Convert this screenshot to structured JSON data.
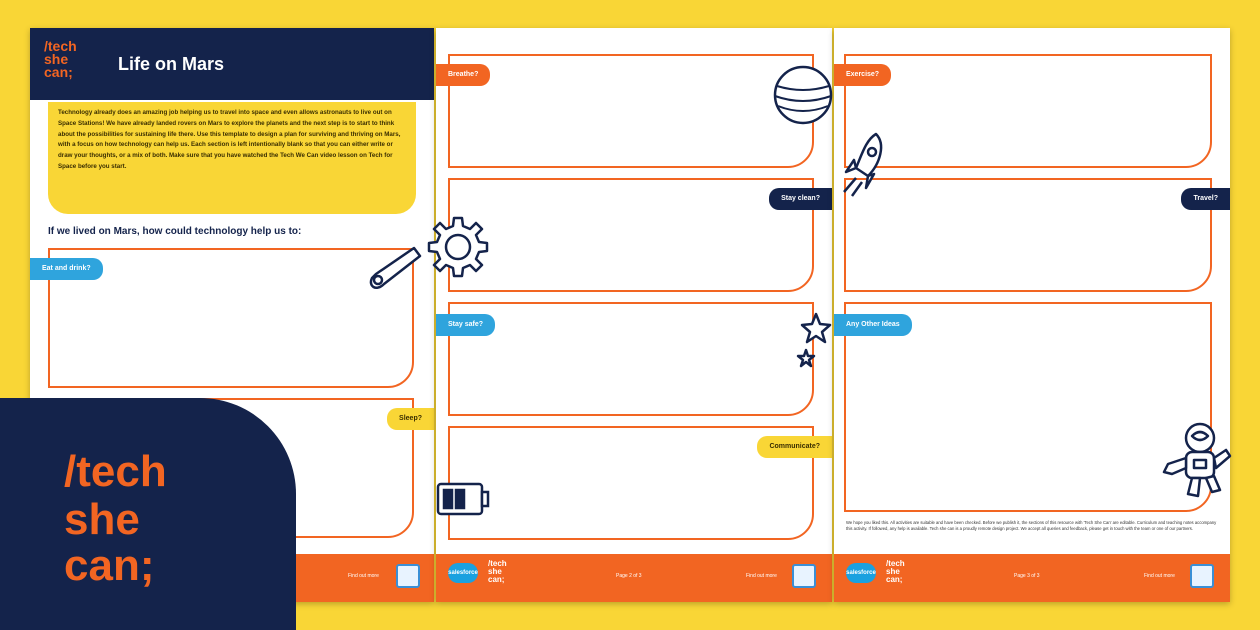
{
  "brand": {
    "logo_lines": [
      "/tech",
      "she",
      "can;"
    ]
  },
  "page1": {
    "title": "Life on Mars",
    "intro": "Technology already does an amazing job helping us to travel into space and even allows astronauts to live out on Space Stations! We have already landed rovers on Mars to explore the planets and the next step is to start to think about the possibilities for sustaining life there. Use this template to design a plan for surviving and thriving on Mars, with a focus on how technology can help us. Each section is left intentionally blank so that you can either write or draw your thoughts, or a mix of both. Make sure that you have watched the Tech We Can video lesson on Tech for Space before you start.",
    "question": "If we lived on Mars, how could technology help us to:",
    "tags": {
      "eat": "Eat and drink?",
      "sleep": "Sleep?"
    },
    "footer_text": "Find out more",
    "footer_page": ""
  },
  "page2": {
    "tags": {
      "breathe": "Breathe?",
      "stay_clean": "Stay clean?",
      "stay_safe": "Stay safe?",
      "communicate": "Communicate?"
    },
    "footer_text": "Find out more",
    "footer_page": "Page 2 of 3",
    "salesforce": "salesforce"
  },
  "page3": {
    "tags": {
      "exercise": "Exercise?",
      "travel": "Travel?",
      "other": "Any Other Ideas"
    },
    "smallprint": "We hope you liked this. All activities are suitable and have been checked. Before we publish it, the sections of this resource with 'Tech She Can' are editable. Curriculum and teaching notes accompany this activity. If followed, any help is available. Tech she can is a proudly remote design project. We accept all queries and feedback, please get in touch with the team or one of our partners.",
    "footer_text": "Find out more",
    "footer_page": "Page 3 of 3",
    "salesforce": "salesforce"
  },
  "colors": {
    "background": "#f9d636",
    "navy": "#14234b",
    "orange": "#f26522",
    "blue": "#2fa4dd",
    "yellow": "#f9d636"
  },
  "icons": [
    "wrench-icon",
    "gear-icon",
    "planet-icon",
    "rocket-icon",
    "star-icon",
    "battery-icon",
    "astronaut-icon"
  ]
}
